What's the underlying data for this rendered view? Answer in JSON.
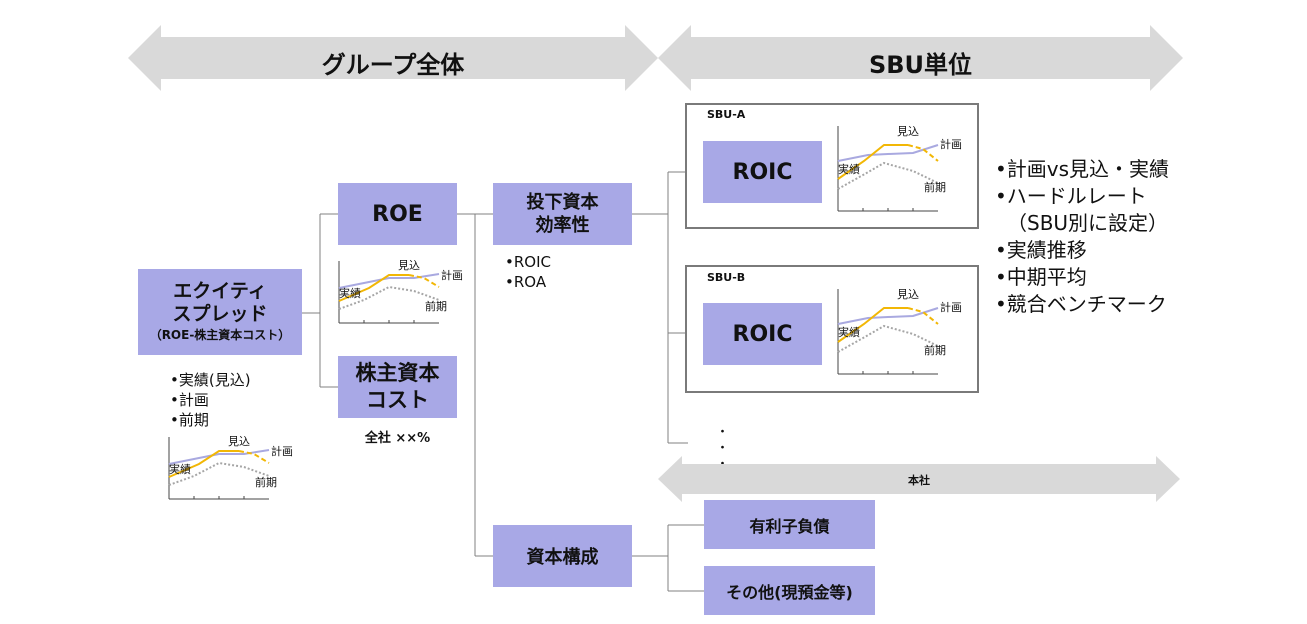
{
  "header": {
    "group_label": "グループ全体",
    "sbu_label": "SBU単位"
  },
  "equity_spread": {
    "line1": "エクイティ",
    "line2": "スプレッド",
    "line3": "（ROE-株主資本コスト）",
    "items": [
      "実績(見込)",
      "計画",
      "前期"
    ]
  },
  "roe": {
    "label": "ROE"
  },
  "cost": {
    "line1": "株主資本",
    "line2": "コスト",
    "note": "全社 ××%"
  },
  "efficiency": {
    "line1": "投下資本",
    "line2": "効率性",
    "items": [
      "ROIC",
      "ROA"
    ]
  },
  "capital_structure": {
    "label": "資本構成"
  },
  "sbu_a": {
    "title": "SBU-A",
    "box": "ROIC"
  },
  "sbu_b": {
    "title": "SBU-B",
    "box": "ROIC"
  },
  "mini_chart": {
    "actual": "実績",
    "forecast": "見込",
    "plan": "計画",
    "prior": "前期"
  },
  "ellipsis": "・\n・\n・",
  "honsha": {
    "label": "本社"
  },
  "debt": {
    "label": "有利子負債"
  },
  "other": {
    "label": "その他(現預金等)"
  },
  "right_list": {
    "items": [
      "計画vs見込・実績",
      "ハードルレート",
      "（SBU別に設定）",
      "実績推移",
      "中期平均",
      "競合ベンチマーク"
    ]
  },
  "colors": {
    "box": "#a8a8e6",
    "arrow": "#d9d9d9",
    "plan_line": "#a9a9e0",
    "forecast_line": "#f2b705",
    "prior_line": "#a6a6a6"
  }
}
